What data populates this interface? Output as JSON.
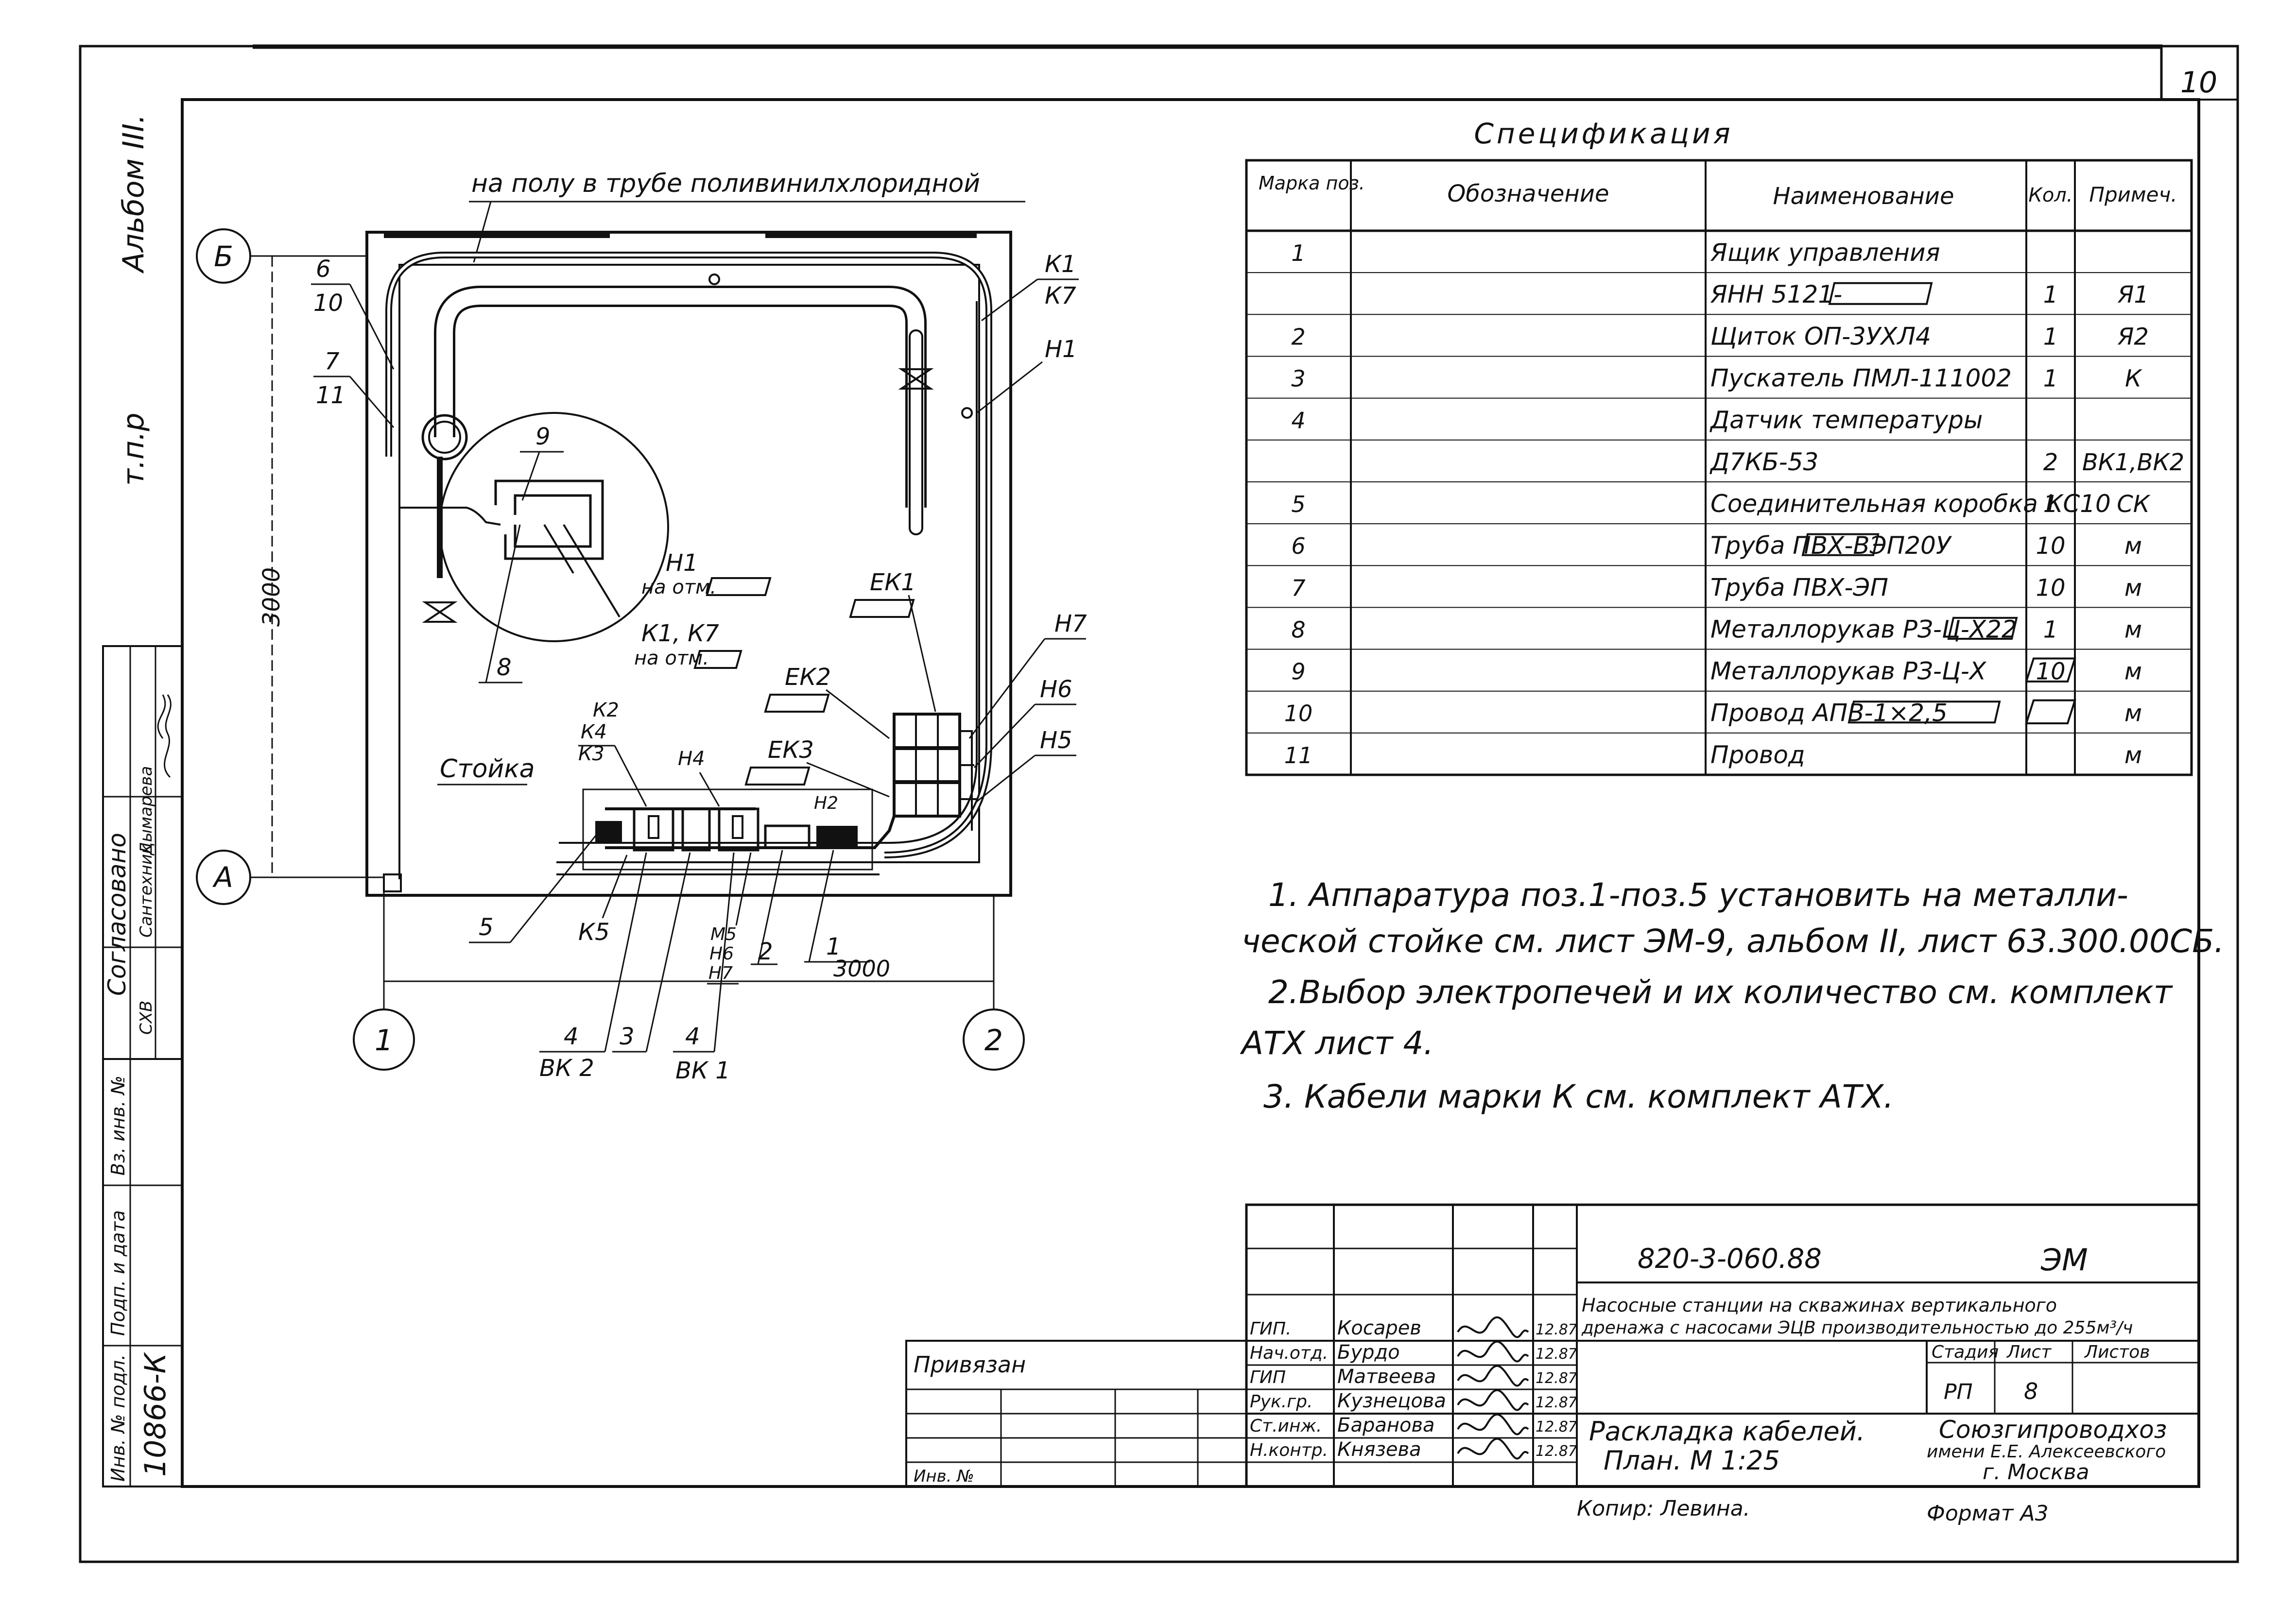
{
  "sheet": {
    "sheet_no": "10",
    "side_code": "т.п.р",
    "side_album": "Альбом III."
  },
  "side_stamp": {
    "agreed_title": "Согласовано",
    "rows": [
      "Сантехник",
      "Дымарева",
      "СХВ"
    ],
    "inv_rows": [
      "Инв. № подл.",
      "Подп. и дата",
      "Вз. инв. №"
    ],
    "inv_value": "10866-К"
  },
  "spec": {
    "title": "Спецификация",
    "headers": [
      "Марка поз.",
      "Обозначение",
      "Наименование",
      "Кол.",
      "Примеч."
    ],
    "rows": [
      {
        "pos": "1",
        "name": "Ящик управления",
        "qty": "",
        "note": ""
      },
      {
        "pos": "",
        "name": "ЯНН 5121-",
        "qty": "1",
        "note": "Я1"
      },
      {
        "pos": "2",
        "name": "Щиток ОП-3УХЛ4",
        "qty": "1",
        "note": "Я2"
      },
      {
        "pos": "3",
        "name": "Пускатель ПМЛ-111002",
        "qty": "1",
        "note": "К"
      },
      {
        "pos": "4",
        "name": "Датчик температуры",
        "qty": "",
        "note": ""
      },
      {
        "pos": "",
        "name": "Д7КБ-53",
        "qty": "2",
        "note": "ВК1,ВК2"
      },
      {
        "pos": "5",
        "name": "Соединительная коробка КС10",
        "qty": "1",
        "note": "СК"
      },
      {
        "pos": "6",
        "name": "Труба ПВХ-ВЭП20У",
        "qty": "10",
        "note": "м"
      },
      {
        "pos": "7",
        "name": "Труба ПВХ-ЭП",
        "qty": "10",
        "note": "м"
      },
      {
        "pos": "8",
        "name": "Металлорукав РЗ-Ц-Х22",
        "qty": "1",
        "note": "м"
      },
      {
        "pos": "9",
        "name": "Металлорукав РЗ-Ц-Х",
        "qty": "10",
        "note": "м"
      },
      {
        "pos": "10",
        "name": "Провод АПВ-1×2,5",
        "qty": "",
        "note": "м"
      },
      {
        "pos": "11",
        "name": "Провод",
        "qty": "",
        "note": "м"
      }
    ]
  },
  "notes": [
    "1. Аппаратура поз.1-поз.5 установить на металли-",
    "ческой стойке см. лист ЭМ-9, альбом II, лист 63.300.00СБ.",
    "2.Выбор электропечей и их количество см. комплект",
    "АТХ лист 4.",
    "3. Кабели марки К см. комплект АТХ."
  ],
  "plan": {
    "pipe_label": "на полу в трубе поливинилхлоридной",
    "axis_b": "Б",
    "axis_a": "А",
    "axis_1": "1",
    "axis_2": "2",
    "dim_vertical": "3000",
    "dim_horizontal": "3000",
    "stand_label": "Стойка",
    "mark_6": "6",
    "mark_10": "10",
    "mark_7": "7",
    "mark_11": "11",
    "mark_9": "9",
    "mark_8": "8",
    "mark_5": "5",
    "mark_4a": "4",
    "mark_3": "3",
    "mark_4b": "4",
    "mark_2": "2",
    "mark_1": "1",
    "vk2": "ВК 2",
    "vk1": "ВК 1",
    "k5": "К5",
    "k1_top": "К1",
    "k7_top": "К7",
    "h1_right": "Н1",
    "h1_center": "Н1",
    "na_otm_1": "на отм.",
    "k1k7": "К1, К7",
    "na_otm_2": "на отм.",
    "ek1": "ЕК1",
    "ek2": "ЕК2",
    "ek3": "ЕК3",
    "h7_right": "Н7",
    "h6_right": "Н6",
    "h5_right": "Н5",
    "k2": "К2",
    "k4": "К4",
    "k3": "К3",
    "h4": "Н4",
    "h2": "Н2",
    "m5": "М5",
    "h6_low": "Н6",
    "h7_low": "Н7"
  },
  "title_block": {
    "code": "820-3-060.88",
    "section": "ЭМ",
    "desc_line1": "Насосные станции на скважинах вертикального",
    "desc_line2": "дренажа с насосами ЭЦВ производительностью до 255м³/ч",
    "stage_h": "Стадия",
    "sheet_h": "Лист",
    "sheets_h": "Листов",
    "stage_v": "РП",
    "sheet_v": "8",
    "sheets_v": "",
    "drawing_l1": "Раскладка кабелей.",
    "drawing_l2": "План. М 1:25",
    "org_l1": "Союзгипроводхоз",
    "org_l2": "имени Е.Е. Алексеевского",
    "org_l3": "г. Москва",
    "privyazan": "Привязан",
    "inv_no": "Инв. №",
    "kopir": "Копир: Левина.",
    "format": "Формат А3",
    "signers": [
      {
        "role": "ГИП.",
        "name": "Косарев",
        "date": "12.87"
      },
      {
        "role": "Нач.отд.",
        "name": "Бурдо",
        "date": "12.87"
      },
      {
        "role": "ГИП",
        "name": "Матвеева",
        "date": "12.87"
      },
      {
        "role": "Рук.гр.",
        "name": "Кузнецова",
        "date": "12.87"
      },
      {
        "role": "Ст.инж.",
        "name": "Баранова",
        "date": "12.87"
      },
      {
        "role": "Н.контр.",
        "name": "Князева",
        "date": "12.87"
      }
    ]
  }
}
